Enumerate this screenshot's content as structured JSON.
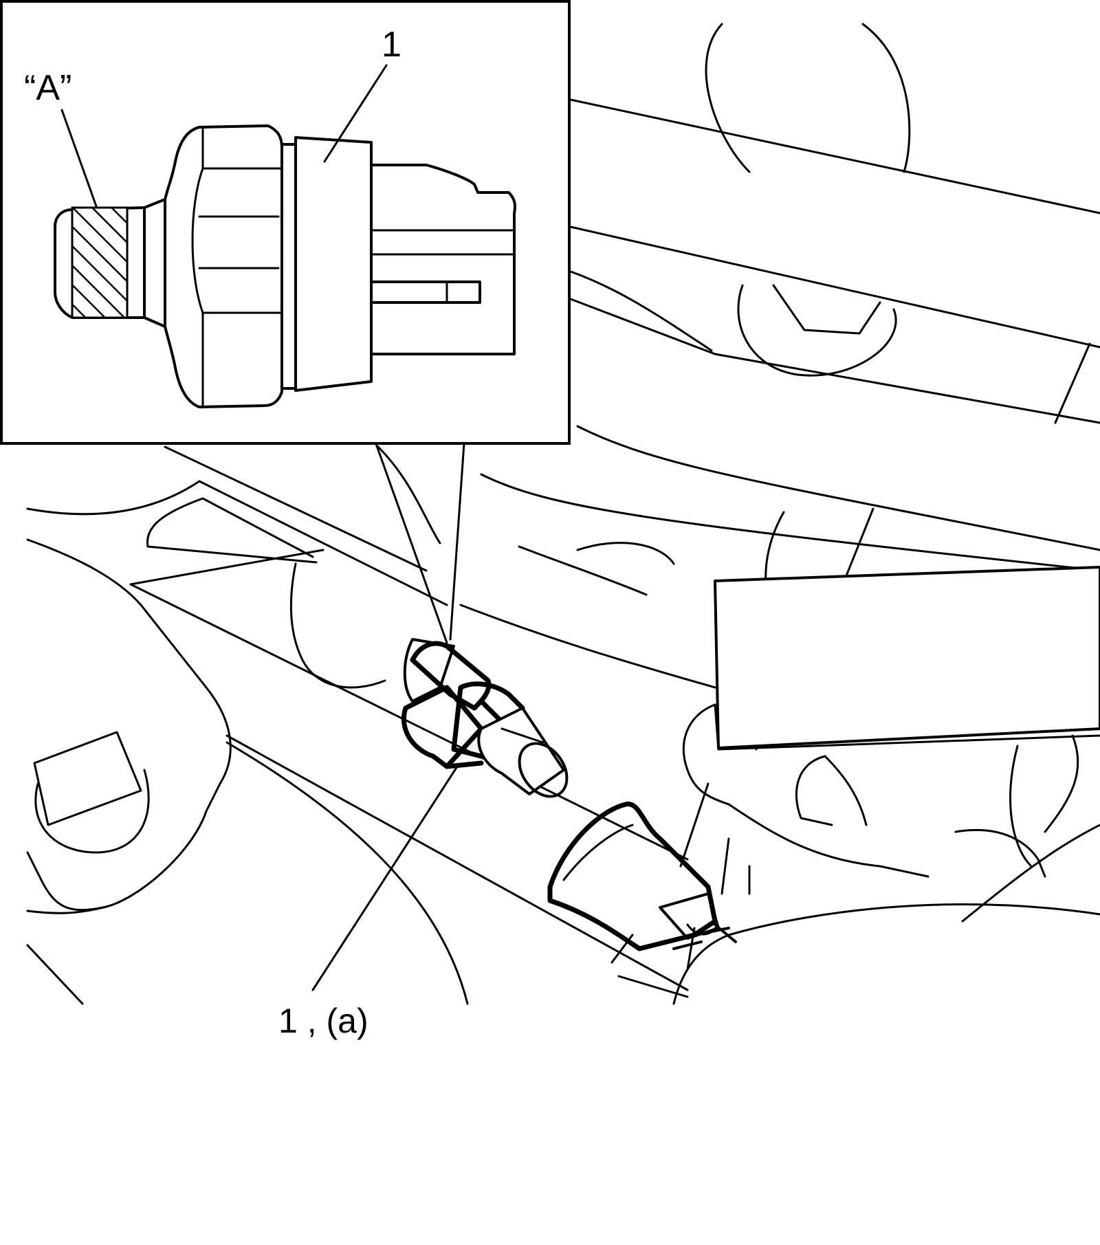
{
  "inset": {
    "part_callout": "1",
    "area_label": "“A”",
    "area_pattern": "hatched"
  },
  "main": {
    "part_callout": "1 , (a)"
  },
  "colors": {
    "line": "#000000",
    "background": "#ffffff"
  }
}
